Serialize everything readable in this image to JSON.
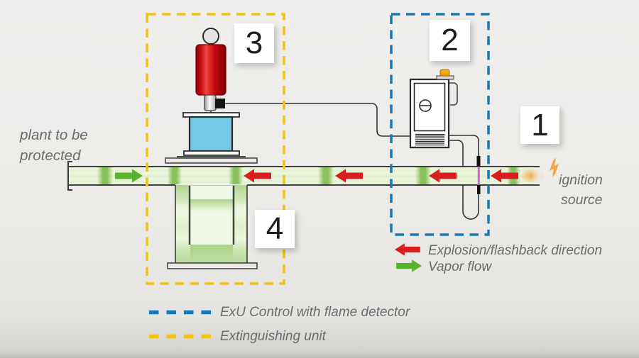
{
  "diagram": {
    "markers": {
      "m1": "1",
      "m2": "2",
      "m3": "3",
      "m4": "4"
    },
    "labels": {
      "plant_line1": "plant to be",
      "plant_line2": "protected",
      "ignition_line1": "ignition",
      "ignition_line2": "source"
    },
    "legend": {
      "explosion": "Explosion/flashback direction",
      "vapor": "Vapor flow",
      "exu_control": "ExU Control with flame detector",
      "extinguishing": "Extinguishing unit"
    },
    "colors": {
      "legend_blue": "#1878b4",
      "legend_yellow": "#f2c30f",
      "explosion_red": "#d81e1e",
      "vapor_green": "#58b42c",
      "pipe_green": "#e7f2d9",
      "cylinder_red": "#c80f12",
      "agent_container_blue": "#74cae6",
      "flame_detector_magenta": "#c76ec3",
      "beacon_orange": "#f0a41e",
      "ignition_orange": "#efa43e",
      "text_gray": "#6b6b6b"
    }
  }
}
